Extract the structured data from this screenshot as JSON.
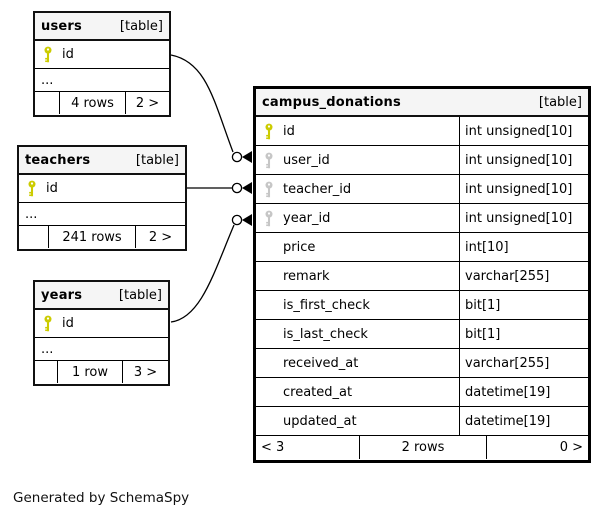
{
  "diagram_note": "Generated by SchemaSpy",
  "colors": {
    "primary_key": "#cccc00",
    "foreign_key": "#c6c6c6",
    "header_bg": "#f5f5f5",
    "border": "#000000"
  },
  "tables": {
    "users": {
      "name": "users",
      "badge": "[table]",
      "key_column": "id",
      "ellipsis": "...",
      "rows_count": "4 rows",
      "related": "2 >"
    },
    "teachers": {
      "name": "teachers",
      "badge": "[table]",
      "key_column": "id",
      "ellipsis": "...",
      "rows_count": "241 rows",
      "related": "2 >"
    },
    "years": {
      "name": "years",
      "badge": "[table]",
      "key_column": "id",
      "ellipsis": "...",
      "rows_count": "1 row",
      "related": "3 >"
    },
    "campus_donations": {
      "name": "campus_donations",
      "badge": "[table]",
      "columns": [
        {
          "name": "id",
          "type": "int unsigned[10]",
          "key": "primary"
        },
        {
          "name": "user_id",
          "type": "int unsigned[10]",
          "key": "foreign"
        },
        {
          "name": "teacher_id",
          "type": "int unsigned[10]",
          "key": "foreign"
        },
        {
          "name": "year_id",
          "type": "int unsigned[10]",
          "key": "foreign"
        },
        {
          "name": "price",
          "type": "int[10]",
          "key": "none"
        },
        {
          "name": "remark",
          "type": "varchar[255]",
          "key": "none"
        },
        {
          "name": "is_first_check",
          "type": "bit[1]",
          "key": "none"
        },
        {
          "name": "is_last_check",
          "type": "bit[1]",
          "key": "none"
        },
        {
          "name": "received_at",
          "type": "varchar[255]",
          "key": "none"
        },
        {
          "name": "created_at",
          "type": "datetime[19]",
          "key": "none"
        },
        {
          "name": "updated_at",
          "type": "datetime[19]",
          "key": "none"
        }
      ],
      "footer_left": "< 3",
      "footer_center": "2 rows",
      "footer_right": "0 >"
    }
  }
}
